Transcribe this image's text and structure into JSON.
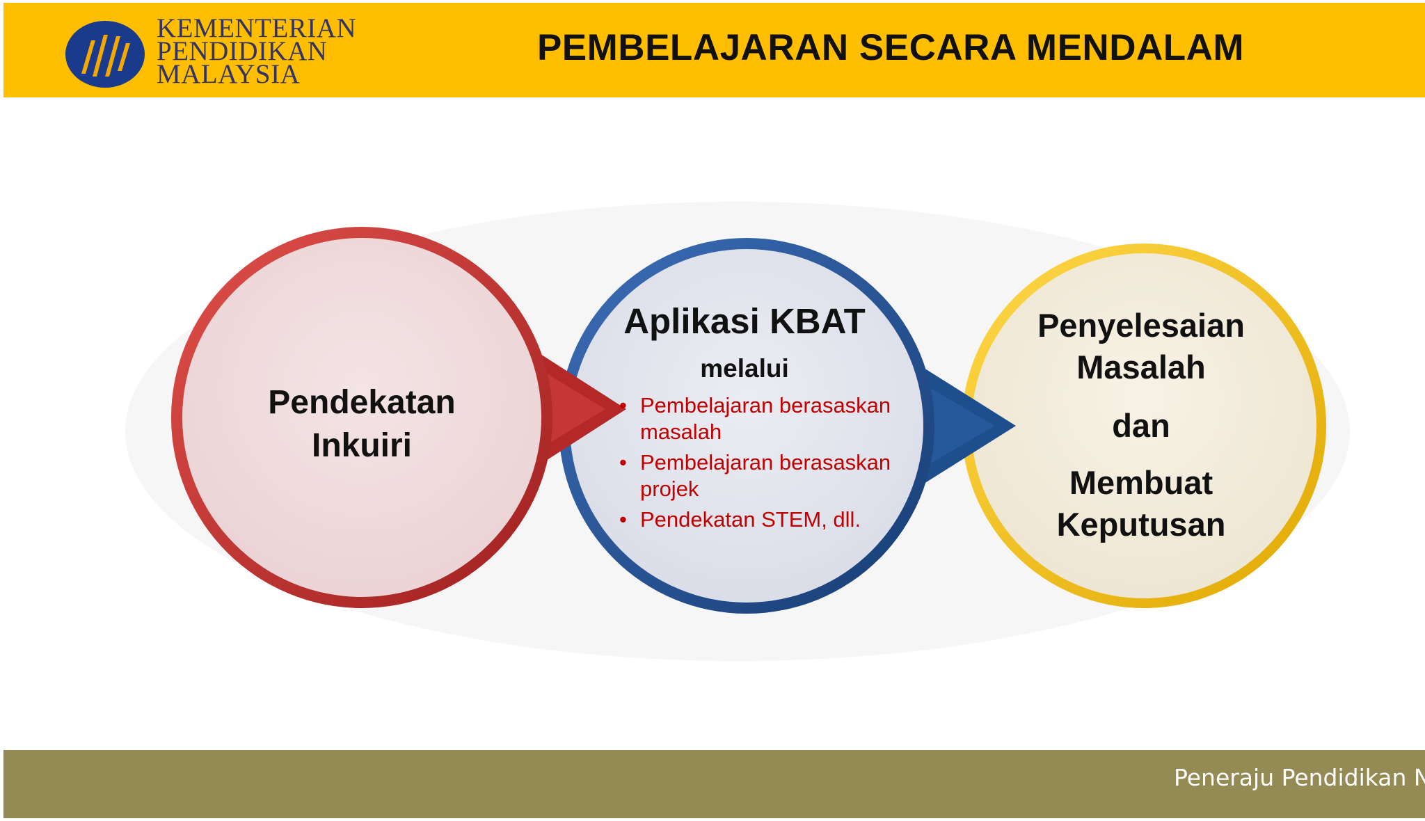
{
  "header": {
    "logo_lines": [
      "KEMENTERIAN",
      "PENDIDIKAN",
      "MALAYSIA"
    ],
    "title": "PEMBELAJARAN SECARA MENDALAM"
  },
  "diagram": {
    "left_circle": {
      "lines": [
        "Pendekatan",
        "Inkuiri"
      ]
    },
    "middle_circle": {
      "title": "Aplikasi KBAT",
      "subtitle": "melalui",
      "bullets": [
        {
          "line1": "Pembelajaran berasaskan",
          "line2": "masalah"
        },
        {
          "line1": "Pembelajaran berasaskan",
          "line2": "projek"
        },
        {
          "line1": "Pendekatan STEM, dll.",
          "line2": ""
        }
      ]
    },
    "right_circle": {
      "lines": [
        "Penyelesaian",
        "Masalah",
        "dan",
        "Membuat",
        "Keputusan"
      ]
    }
  },
  "footer": {
    "text": "Peneraju Pendidikan Negara"
  },
  "colors": {
    "header": "#FFBF00",
    "footer": "#948A54",
    "red": "#C0302E",
    "blue": "#1F4E8C",
    "yellow": "#F5C400",
    "bullet_text": "#C00000"
  }
}
